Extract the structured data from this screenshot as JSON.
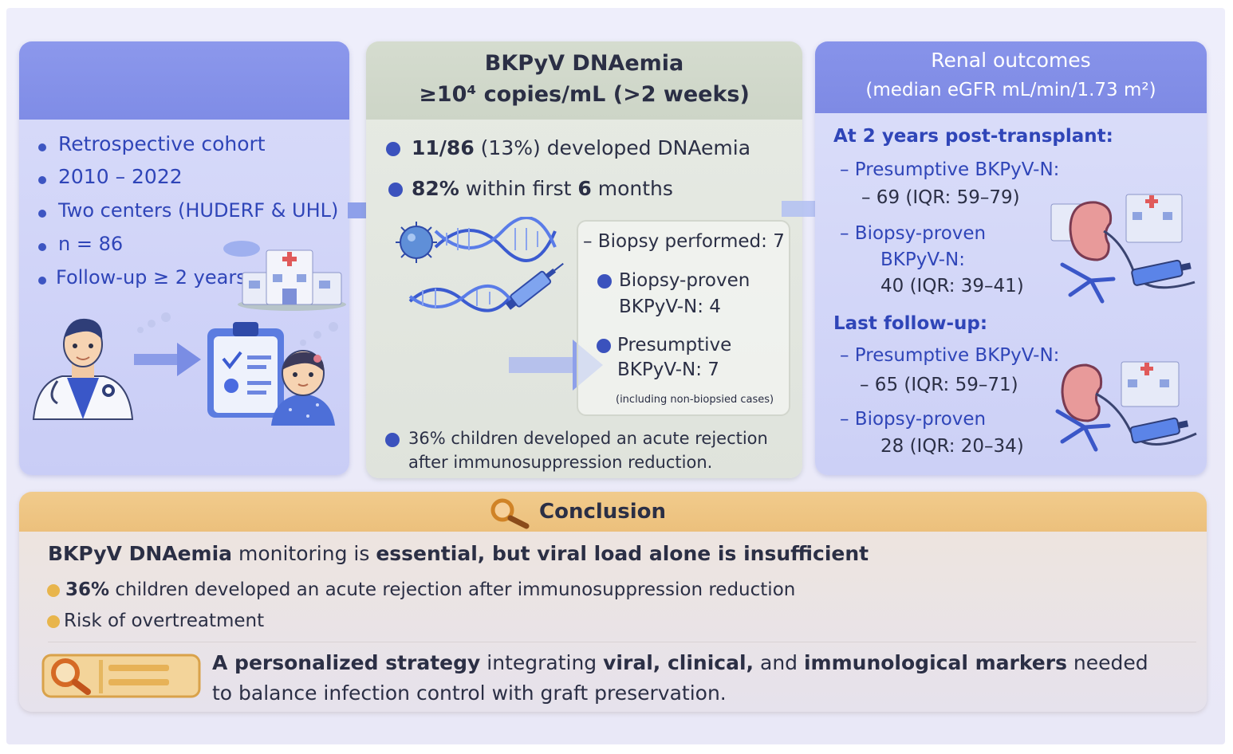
{
  "left_panel": {
    "items": [
      "Retrospective cohort",
      "2010 – 2022",
      "Two centers (HUDERF & UHL)",
      "n = 86",
      "Follow-up ≥ 2 years"
    ]
  },
  "middle_panel": {
    "title_line1": "BKPyV DNAemia",
    "title_line2": "≥10⁴ copies/mL (>2 weeks)",
    "stat1_bold": "11/86",
    "stat1_rest": "(13%) developed DNAemia",
    "stat2_bold": "82%",
    "stat2_mid": "within first",
    "stat2_bold2": "6",
    "stat2_end": "months",
    "subbox": {
      "biopsy_performed": "– Biopsy performed: 7",
      "proven_line1": "Biopsy-proven",
      "proven_line2": "BKPyV-N: 4",
      "presumptive_line1": "Presumptive",
      "presumptive_line2": "BKPyV-N: 7",
      "note": "(including non-biopsied cases)"
    },
    "rejection_line1": "36% children developed an acute rejection",
    "rejection_line2": "after immunosuppression reduction."
  },
  "right_panel": {
    "title_line1": "Renal outcomes",
    "title_line2": "(median eGFR mL/min/1.73 m²)",
    "section1": "At 2 years post-transplant:",
    "s1_presumptive": "– Presumptive BKPyV-N:",
    "s1_presumptive_value": "– 69 (IQR: 59–79)",
    "s1_proven_line1": "– Biopsy-proven",
    "s1_proven_line2": "BKPyV-N:",
    "s1_proven_value": "40 (IQR: 39–41)",
    "section2": "Last follow-up:",
    "s2_presumptive": "– Presumptive BKPyV-N:",
    "s2_presumptive_value": "– 65 (IQR: 59–71)",
    "s2_proven": "– Biopsy-proven",
    "s2_proven_value": "28 (IQR: 20–34)"
  },
  "conclusion": {
    "title": "Conclusion",
    "headline_a": "BKPyV DNAemia",
    "headline_b": " monitoring is ",
    "headline_c": "essential, but viral load alone is insufficient",
    "bullet1_bold": "36%",
    "bullet1_rest": " children developed an acute rejection after immunosuppression reduction",
    "bullet2": "Risk of overtreatment",
    "strategy_a": "A personalized strategy",
    "strategy_b": " integrating ",
    "strategy_c": "viral, clinical,",
    "strategy_d": " and ",
    "strategy_e": "immunological markers",
    "strategy_f": " needed",
    "strategy_line2": "to balance infection control with graft preservation."
  },
  "icons": [
    "doctor-icon",
    "clipboard-icon",
    "child-patient-icon",
    "hospital-icon",
    "virus-icon",
    "dna-icon",
    "syringe-icon",
    "kidney-icon",
    "magnifier-icon"
  ],
  "colors": {
    "accent_blue": "#7f8ce6",
    "bullet_blue": "#3d55c2",
    "conclusion_orange": "#ecc07c",
    "text_blue": "#2f45b8"
  }
}
